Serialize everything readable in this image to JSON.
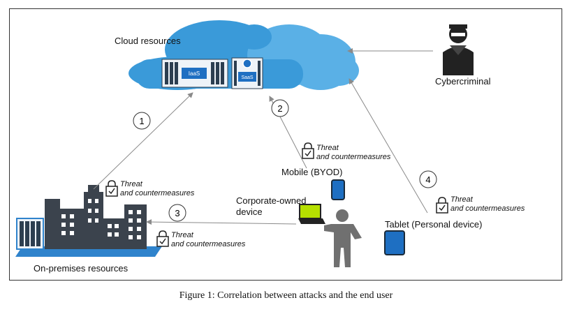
{
  "labels": {
    "cloud": "Cloud resources",
    "cybercriminal": "Cybercriminal",
    "mobile": "Mobile (BYOD)",
    "corporate_line1": "Corporate-owned",
    "corporate_line2": "device",
    "tablet": "Tablet (Personal device)",
    "on_premises": "On-premises resources",
    "iaas": "IaaS",
    "saas": "SaaS"
  },
  "steps": [
    "1",
    "2",
    "3",
    "4"
  ],
  "threat": {
    "line1": "Threat",
    "line2": "and countermeasures"
  },
  "caption": "Figure 1: Correlation between attacks and the end user",
  "colors": {
    "cloud": "#3a9ad9",
    "cloud_light": "#5ab0e6",
    "building": "#3b434d",
    "ground": "#2f83cc",
    "person": "#707070",
    "laptop": "#b6e000",
    "device": "#1e6fc2",
    "arrow": "#8a8a8a"
  }
}
